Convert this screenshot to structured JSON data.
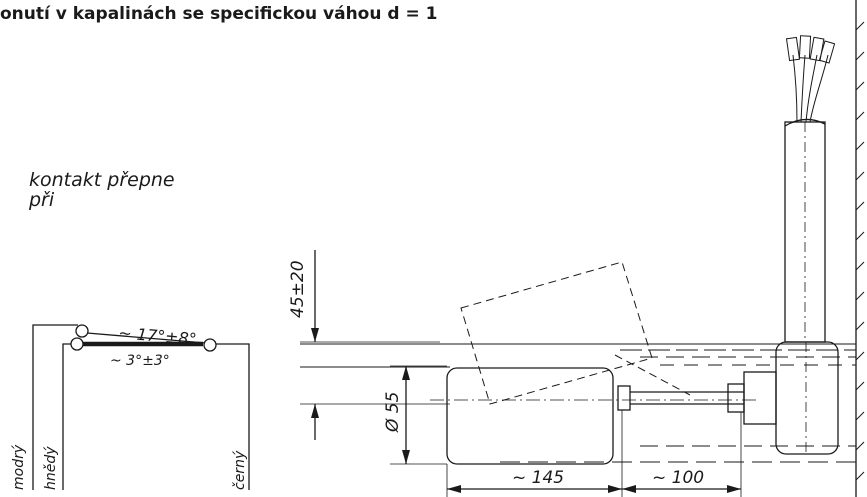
{
  "title": "onutí v kapalinách se specifickou váhou d = 1",
  "caption": {
    "line1": "kontakt přepne",
    "line2": "při"
  },
  "switch_diagram": {
    "angle_upper": "~ 17°±8°",
    "angle_lower": "~ 3°±3°",
    "wire_blue": "modrý",
    "wire_brown": "hnědý",
    "wire_black": "černý"
  },
  "dimensions": {
    "tilt": "45±20",
    "diameter": "Ø 55",
    "length_body": "~ 145",
    "length_rod": "~ 100"
  },
  "colors": {
    "ink": "#1a1a1a"
  }
}
